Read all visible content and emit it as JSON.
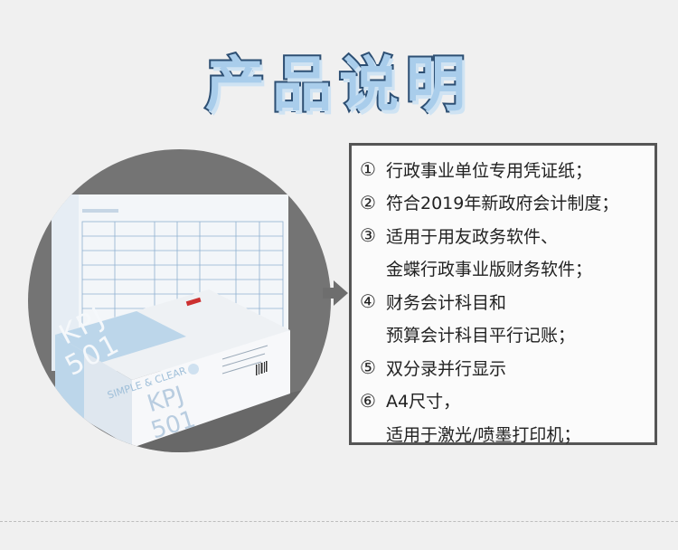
{
  "title": "产品说明",
  "specs": [
    {
      "num": "①",
      "text": "行政事业单位专用凭证纸；"
    },
    {
      "num": "②",
      "text": "符合2019年新政府会计制度；"
    },
    {
      "num": "③",
      "text": "适用于用友政务软件、"
    },
    {
      "num": "",
      "text": "金蝶行政事业版财务软件；"
    },
    {
      "num": "④",
      "text": "财务会计科目和"
    },
    {
      "num": "",
      "text": "预算会计科目平行记账；"
    },
    {
      "num": "⑤",
      "text": "双分录并行显示"
    },
    {
      "num": "⑥",
      "text": "A4尺寸，"
    },
    {
      "num": "",
      "text": "适用于激光/喷墨打印机；"
    }
  ],
  "product": {
    "box_brand": "KPJ",
    "box_model": "501",
    "box_side_text": "SIMPLE & CLEAR"
  },
  "colors": {
    "title_fill": "#a9cdeb",
    "title_stroke": "#2d4f73",
    "circle_bg": "#747474",
    "box_blue": "#bcd6ea"
  }
}
